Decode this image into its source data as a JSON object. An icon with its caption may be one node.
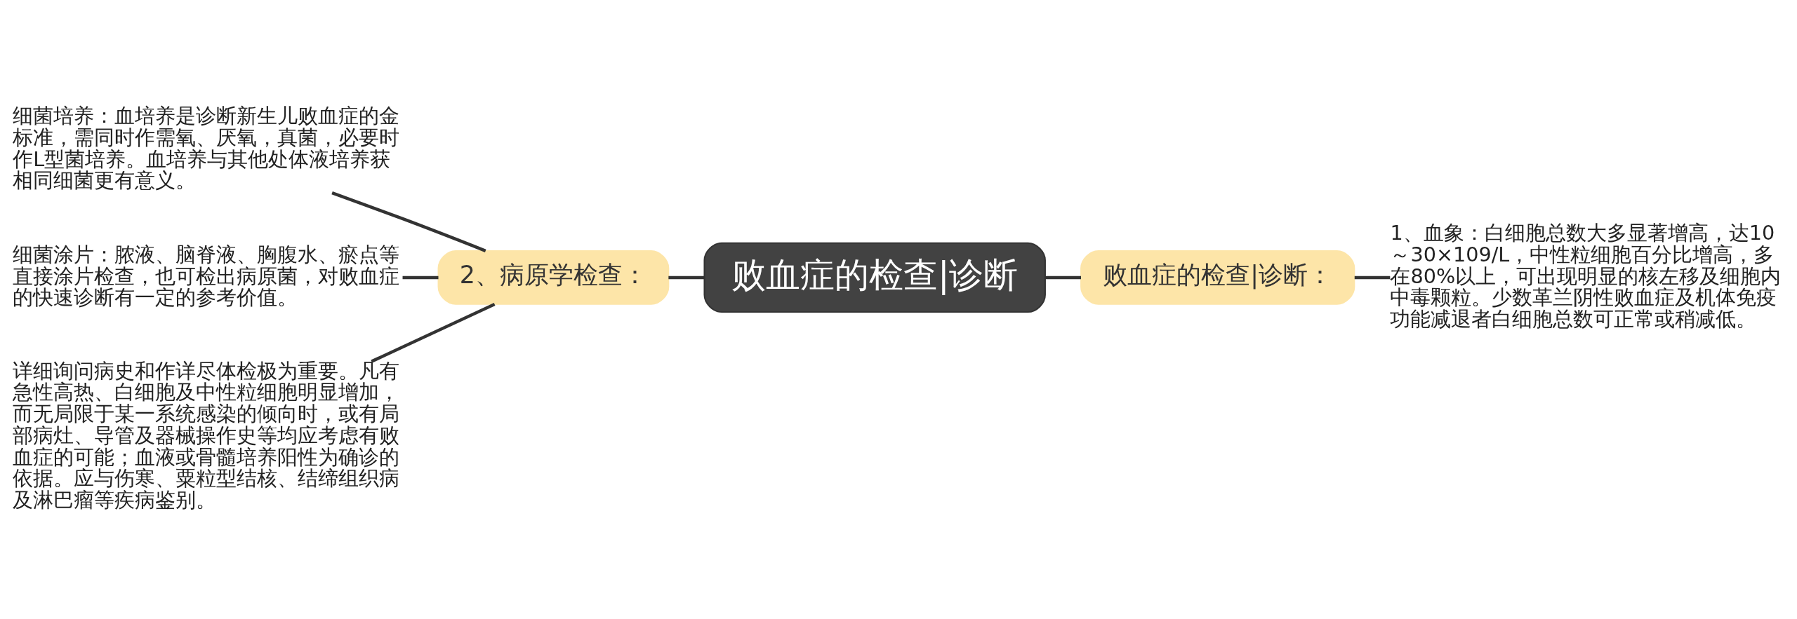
{
  "diagram": {
    "nodes": [
      {
        "text": [
          "败血症的检查|诊断"
        ]
      },
      {
        "text": [
          "2、病原学检查："
        ]
      },
      {
        "text": [
          "败血症的检查|诊断："
        ]
      },
      {
        "text": [
          "细菌培养：血培养是诊断新生儿败血症的金标准，需同时作需氧、厌氧，真菌，必要时作L型菌培养。血培养与其他处体液培养获相同细菌更有意义。"
        ]
      },
      {
        "text": [
          "细菌涂片：脓液、脑脊液、胸腹水、瘀点等直接涂片检查，也可检出病原菌，对败血症的快速诊断有一定的参考价值。"
        ]
      },
      {
        "text": [
          "详细询问病史和作详尽体检极为重要。凡有急性高热、白细胞及中性粒细胞明显增加，而无局限于某一系统感染的倾向时，或有局部病灶、导管及器械操作史等均应考虑有败血症的可能；血液或骨髓培养阳性为确诊的依据。应与伤寒、粟粒型结核、结缔组织病及淋巴瘤等疾病鉴别。"
        ]
      },
      {
        "text": [
          "1、血象：白细胞总数大多显著增高，达10～30×109/L，中性粒细胞百分比增高，多在80%以上，可出现明显的核左移及细胞内中毒颗粒。少数革兰阴性败血症及机体免疫功能减退者白细胞总数可正常或稍减低。"
        ]
      }
    ],
    "edges": [
      {
        "from": 0,
        "to": 1,
        "arrow": "none"
      },
      {
        "from": 0,
        "to": 2,
        "arrow": "none"
      },
      {
        "from": 1,
        "to": 3,
        "arrow": "none"
      },
      {
        "from": 1,
        "to": 4,
        "arrow": "none"
      },
      {
        "from": 1,
        "to": 5,
        "arrow": "none"
      },
      {
        "from": 2,
        "to": 6,
        "arrow": "none"
      }
    ]
  }
}
